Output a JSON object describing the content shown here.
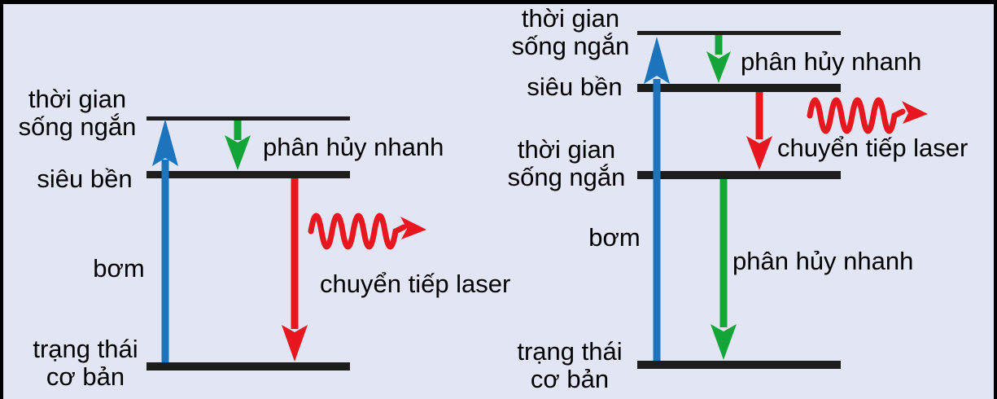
{
  "colors": {
    "background": "#e2e6f4",
    "frame": "#000000",
    "level_black": "#1d1d1b",
    "pump_blue": "#1c75bc",
    "decay_green": "#13a538",
    "laser_red": "#e8161e",
    "text": "#000000"
  },
  "icons": {
    "photon": "wavy-arrow-right"
  },
  "figure": {
    "type": "energy-level-diagram",
    "diagrams": [
      {
        "name": "three-level-laser",
        "levels": {
          "top": {
            "label": "thời gian\nsống ngắn"
          },
          "metastable": {
            "label": "siêu bền"
          },
          "ground": {
            "label": "trạng thái\ncơ bản"
          }
        },
        "transitions": {
          "pump": {
            "label": "bơm",
            "color": "blue",
            "direction": "up",
            "from": "ground",
            "to": "top"
          },
          "fast_decay": {
            "label": "phân hủy nhanh",
            "color": "green",
            "direction": "down",
            "from": "top",
            "to": "metastable"
          },
          "laser": {
            "label": "chuyển tiếp laser",
            "color": "red",
            "direction": "down",
            "from": "metastable",
            "to": "ground",
            "emits_photon": true
          }
        }
      },
      {
        "name": "four-level-laser",
        "levels": {
          "top": {
            "label": "thời gian\nsống ngắn"
          },
          "metastable": {
            "label": "siêu bền"
          },
          "lower": {
            "label": "thời gian\nsống ngắn"
          },
          "ground": {
            "label": "trạng thái\ncơ bản"
          }
        },
        "transitions": {
          "pump": {
            "label": "bơm",
            "color": "blue",
            "direction": "up",
            "from": "ground",
            "to": "top"
          },
          "fast_decay_upper": {
            "label": "phân hủy nhanh",
            "color": "green",
            "direction": "down",
            "from": "top",
            "to": "metastable"
          },
          "laser": {
            "label": "chuyển tiếp laser",
            "color": "red",
            "direction": "down",
            "from": "metastable",
            "to": "lower",
            "emits_photon": true
          },
          "fast_decay_lower": {
            "label": "phân hủy nhanh",
            "color": "green",
            "direction": "down",
            "from": "lower",
            "to": "ground"
          }
        }
      }
    ]
  }
}
